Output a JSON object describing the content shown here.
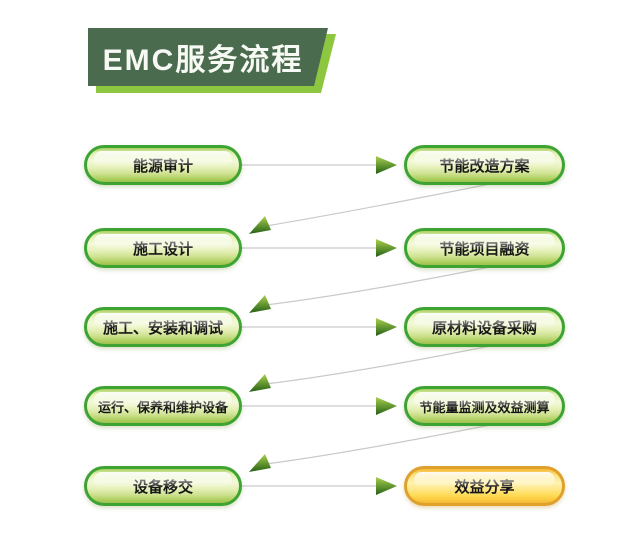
{
  "title": "EMC服务流程",
  "colors": {
    "banner_green": "#4b6b4e",
    "banner_accent_green": "#8dc63f",
    "node_border_green": "#3da332",
    "node_fill_light_green": "#eef5cf",
    "final_node_border_gold": "#dfa02c",
    "final_node_fill_gold": "#ffe788",
    "connector_gray": "#cbcbcb",
    "arrow_green_dark": "#2c6418",
    "arrow_green_light": "#a9d14e",
    "title_text": "#f7faf4",
    "node_text": "#161616"
  },
  "flow": {
    "rows": [
      {
        "left": "能源审计",
        "right": "节能改造方案"
      },
      {
        "left": "施工设计",
        "right": "节能项目融资"
      },
      {
        "left": "施工、安装和调试",
        "right": "原材料设备采购"
      },
      {
        "left": "运行、保养和维护设备",
        "right": "节能量监测及效益测算"
      },
      {
        "left": "设备移交",
        "right": "效益分享"
      }
    ]
  }
}
